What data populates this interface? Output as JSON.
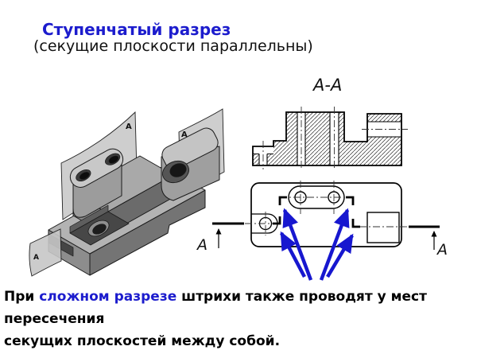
{
  "slide": {
    "title": "Ступенчатый разрез",
    "subtitle": "(секущие плоскости параллельны)",
    "footer": {
      "part1": "При ",
      "highlight": "сложном разрезе",
      "part2": " штрихи также проводят у мест пересечения",
      "line2": "секущих плоскостей между собой."
    }
  },
  "drawing": {
    "section_view_label": "А-А",
    "plane_label_left": "А",
    "plane_label_right": "А",
    "plane_label_fragment": "А",
    "plan_arrow_label_left": "А",
    "plan_arrow_label_right": "А"
  },
  "colors": {
    "accent_blue": "#1c1ccd",
    "arrow_blue": "#1717cf"
  }
}
